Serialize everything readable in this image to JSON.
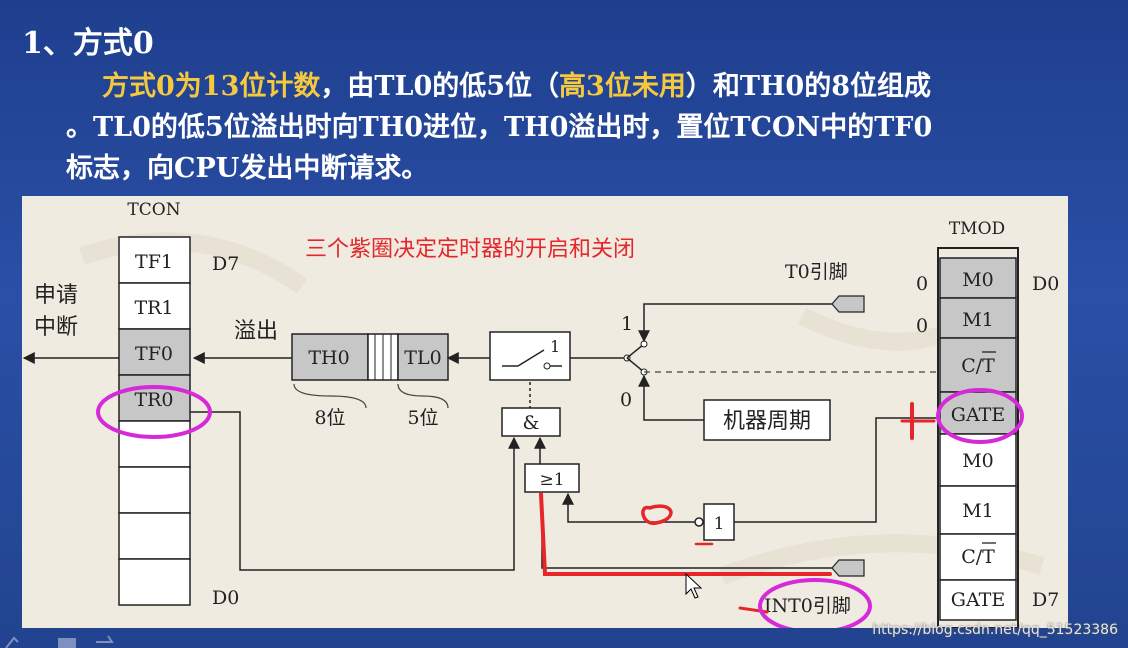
{
  "slide": {
    "title": "1、方式0",
    "paragraph": {
      "seg1": "方式0为13位计数",
      "seg2": "，由TL0的低5位（",
      "seg3": "高3位未用",
      "seg4": "）和TH0的8位组成",
      "line2": "。TL0的低5位溢出时向TH0进位，TH0溢出时，置位TCON中的TF0",
      "line3": "标志，向CPU发出中断请求。"
    }
  },
  "diagram": {
    "tcon_label": "TCON",
    "tcon_cells": [
      "TF1",
      "TR1",
      "TF0",
      "TR0",
      "",
      "",
      "",
      ""
    ],
    "tcon_bits": {
      "top": "D7",
      "bottom": "D0"
    },
    "request_interrupt": {
      "line1": "申请",
      "line2": "中断"
    },
    "overflow": "溢出",
    "th0": "TH0",
    "tl0": "TL0",
    "th0_bits": "8位",
    "tl0_bits": "5位",
    "switch_pos1": "1",
    "mux_in1": "1",
    "mux_in0": "0",
    "and_gate": "&",
    "or_gate": "≥1",
    "not_gate": "1",
    "t0_pin": "T0引脚",
    "machine_cycle": "机器周期",
    "int0_pin": "INT0引脚",
    "annotation": "三个紫圈决定定时器的开启和关闭",
    "tmod_label": "TMOD",
    "tmod_cells": [
      "M0",
      "M1",
      "C/T",
      "GATE",
      "M0",
      "M1",
      "C/T",
      "GATE"
    ],
    "tmod_bits": {
      "top": "D0",
      "bottom": "D7"
    },
    "mode_values": [
      "0",
      "0"
    ]
  },
  "watermark": "https://blog.csdn.net/qq_51523386",
  "colors": {
    "slide_background": "#2a4fa6",
    "highlight_text": "#f5c93e",
    "annotation_red": "#e5262a",
    "circle_magenta": "#d62ad9",
    "panel_background": "#efebe1",
    "gray_cell": "#c7c7c7"
  }
}
